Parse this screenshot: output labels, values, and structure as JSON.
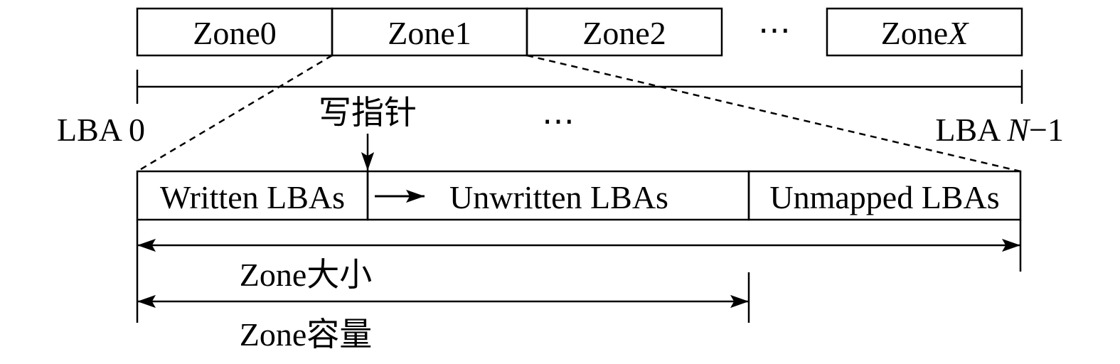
{
  "zones": {
    "zone0": "Zone0",
    "zone1": "Zone1",
    "zone2": "Zone2",
    "ellipsis": "⋯",
    "zonex_prefix": "Zone",
    "zonex_var": "X"
  },
  "lba_range": {
    "start": "LBA 0",
    "end_prefix": "LBA ",
    "end_var": "N",
    "end_suffix": "−1",
    "ellipsis": "⋯"
  },
  "write_pointer": {
    "label": "写指针"
  },
  "zone_detail": {
    "written": "Written LBAs",
    "unwritten": "Unwritten LBAs",
    "unmapped": "Unmapped LBAs"
  },
  "measures": {
    "zone_size": "Zone大小",
    "zone_capacity": "Zone容量"
  }
}
